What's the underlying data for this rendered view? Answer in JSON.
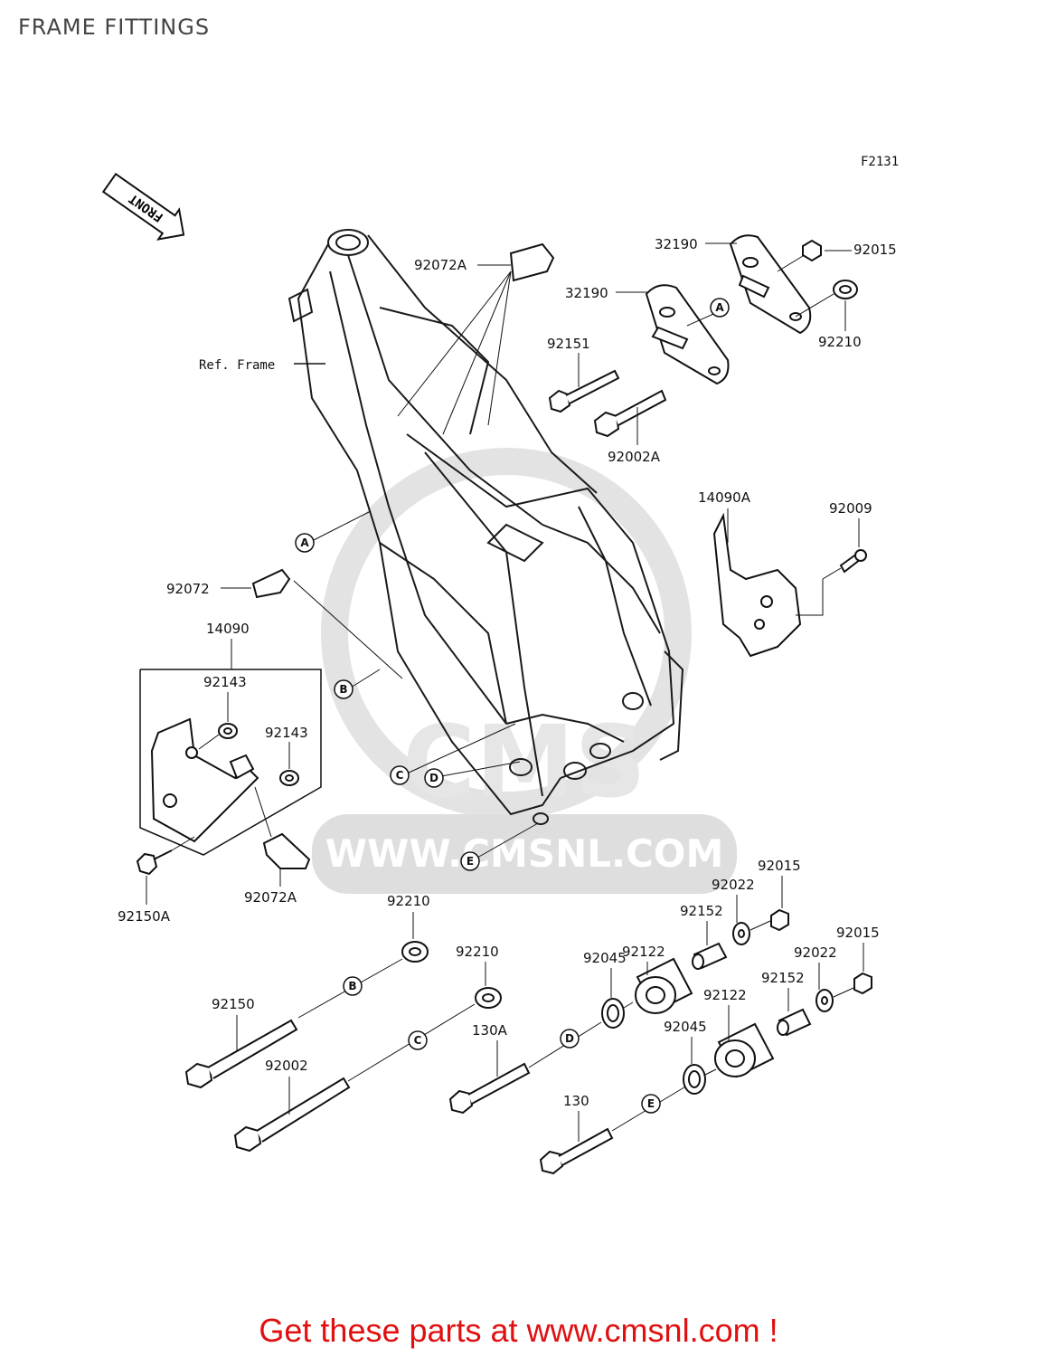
{
  "header": {
    "title": "FRAME FITTINGS"
  },
  "figure_id": "F2131",
  "front_label": "FRONT",
  "ref_frame_label": "Ref. Frame",
  "watermark": {
    "url": "WWW.CMSNL.COM",
    "logo": "CMS"
  },
  "callouts": {
    "a1": "A",
    "a2": "A",
    "b1": "B",
    "b2": "B",
    "c1": "C",
    "c2": "C",
    "d1": "D",
    "d2": "D",
    "e1": "E",
    "e2": "E"
  },
  "part_labels": {
    "p32190_top": "32190",
    "p92015_top": "92015",
    "p32190_mid": "32190",
    "p92210_top": "92210",
    "p92072A_top": "92072A",
    "p92151": "92151",
    "p92002A": "92002A",
    "p14090A": "14090A",
    "p92009": "92009",
    "p92072": "92072",
    "p14090": "14090",
    "p92143_a": "92143",
    "p92143_b": "92143",
    "p92150A": "92150A",
    "p92072A_bot": "92072A",
    "p92210_b": "92210",
    "p92210_c": "92210",
    "p92150": "92150",
    "p92002": "92002",
    "p130A": "130A",
    "p130": "130",
    "p92015_r1": "92015",
    "p92022_r1": "92022",
    "p92152_r1": "92152",
    "p92122_r1": "92122",
    "p92045_r1": "92045",
    "p92015_r2": "92015",
    "p92022_r2": "92022",
    "p92152_r2": "92152",
    "p92122_r2": "92122",
    "p92045_r2": "92045"
  },
  "footer": {
    "text": "Get these parts at www.cmsnl.com !"
  },
  "colors": {
    "footer": "#e01010",
    "line": "#1a1a1a",
    "watermark": "#d8d8d8"
  }
}
